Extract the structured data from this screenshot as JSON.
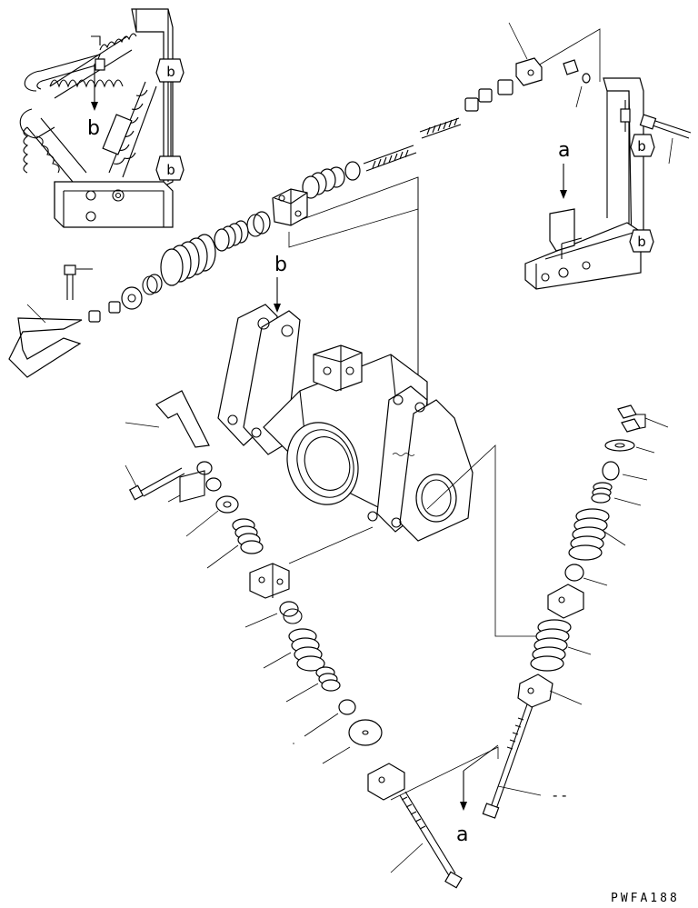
{
  "diagram": {
    "drawing_code": "PWFA188",
    "refs": {
      "a": "a",
      "b": "b"
    },
    "dashes": [
      "-",
      "-"
    ]
  }
}
